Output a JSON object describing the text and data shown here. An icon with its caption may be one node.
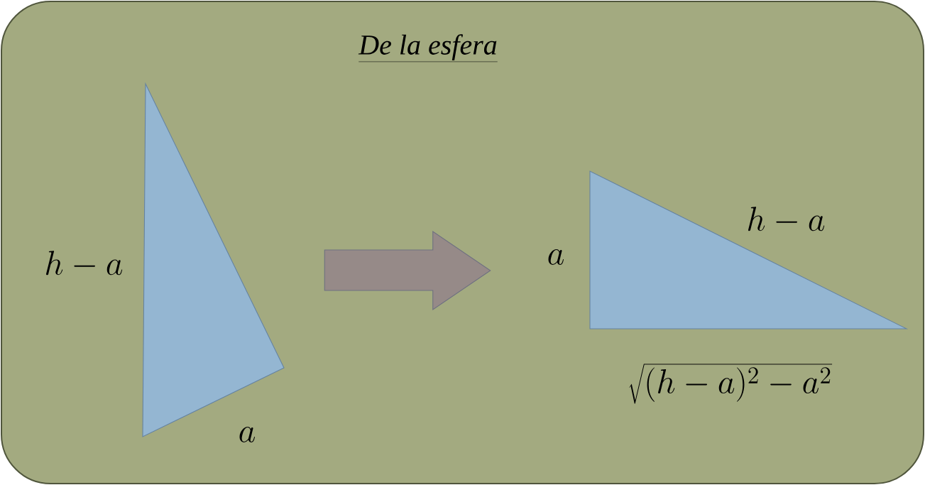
{
  "diagram": {
    "title": "De la esfera",
    "nodes": [
      {
        "text": [],
        "shape": "triangle",
        "beside": [
          "h-a",
          "a"
        ]
      },
      {
        "text": [],
        "shape": "triangle",
        "beside": [
          "a",
          "h-a",
          "\\sqrt{(h-a)^2-a^2}"
        ]
      }
    ],
    "edges": [
      {
        "from": 0,
        "to": 1,
        "arrow": "to"
      }
    ]
  }
}
